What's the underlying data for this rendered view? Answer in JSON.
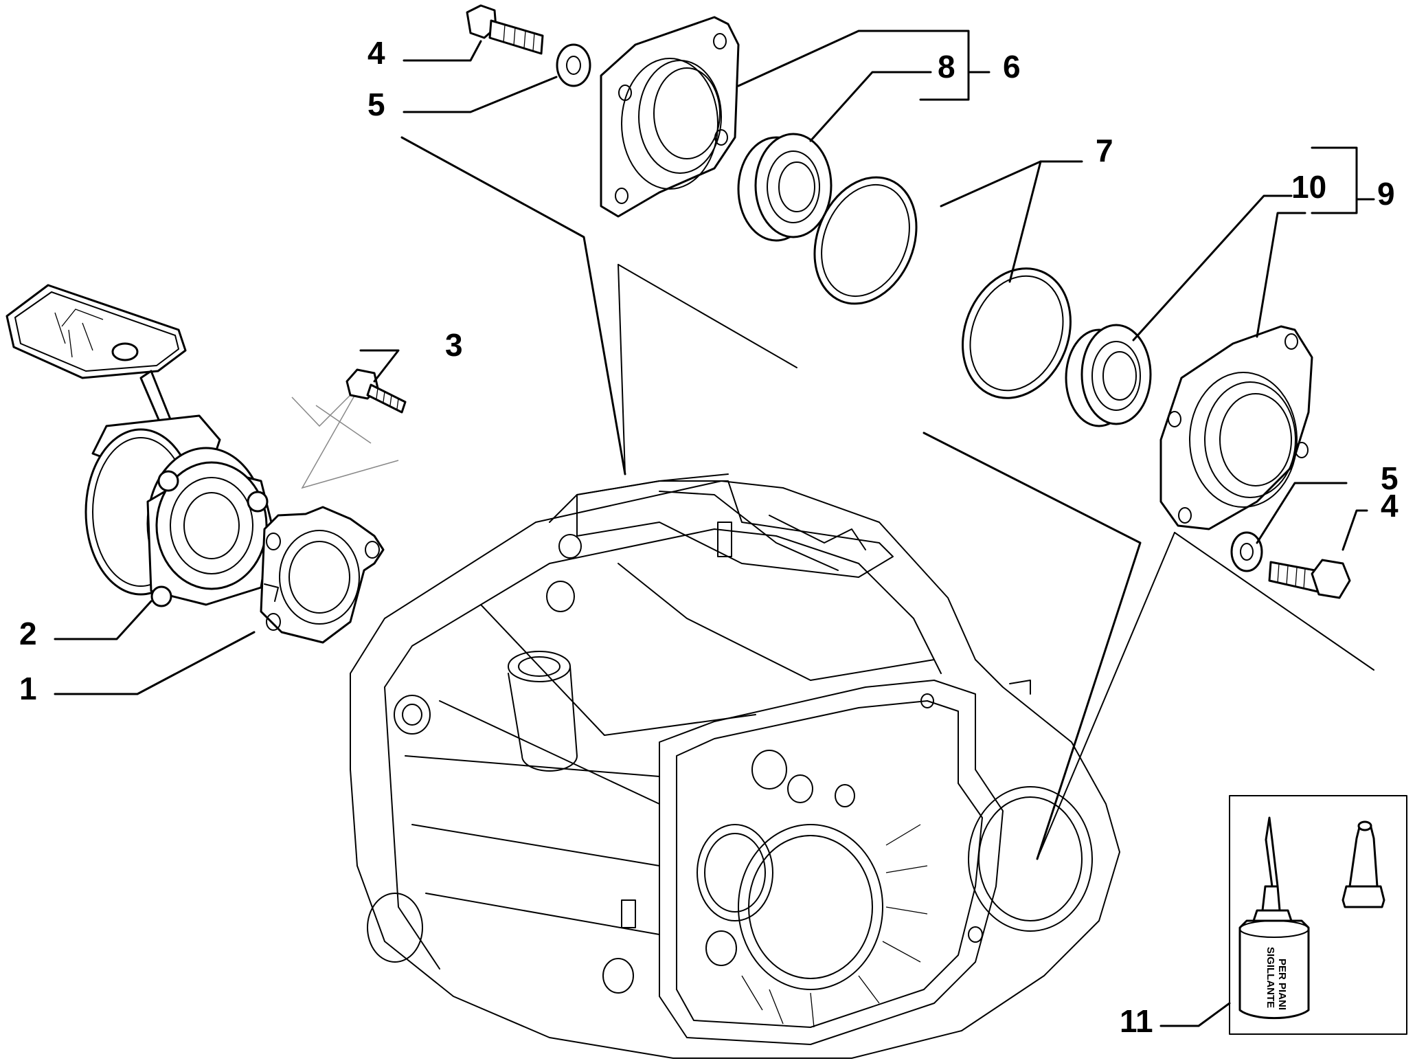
{
  "diagram": {
    "callouts": {
      "c1": "1",
      "c2": "2",
      "c3": "3",
      "c4_top": "4",
      "c5_top": "5",
      "c6": "6",
      "c7": "7",
      "c8": "8",
      "c9": "9",
      "c10": "10",
      "c5_right": "5",
      "c4_right": "4",
      "c11": "11"
    },
    "sealant_label_line1": "SIGILLANTE",
    "sealant_label_line2": "PER PIANI"
  }
}
